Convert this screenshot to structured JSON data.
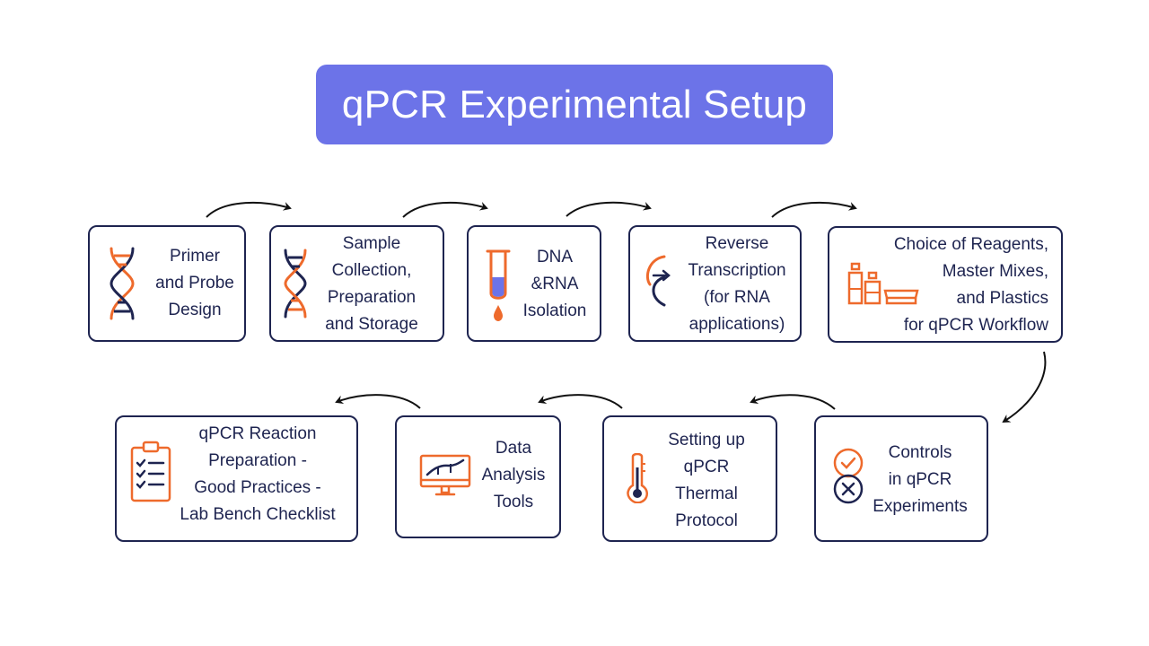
{
  "title": "qPCR Experimental Setup",
  "colors": {
    "accent": "#6c73e8",
    "navy": "#1e2450",
    "orange": "#ee6a2c",
    "purple_fill": "#6c73e8"
  },
  "steps": [
    {
      "label": "Primer\nand Probe\nDesign",
      "icon": "dna-helix-icon"
    },
    {
      "label": "Sample\nCollection,\nPreparation\nand Storage",
      "icon": "dna-helix-icon"
    },
    {
      "label": "DNA\n&RNA\nIsolation",
      "icon": "test-tube-icon"
    },
    {
      "label": "Reverse\nTranscription\n(for RNA\napplications)",
      "icon": "reverse-transcription-icon"
    },
    {
      "label": "Choice of Reagents,\nMaster Mixes,\nand Plastics\nfor qPCR Workflow",
      "icon": "reagent-bottles-icon"
    },
    {
      "label": "Controls\nin qPCR\nExperiments",
      "icon": "check-cross-icon"
    },
    {
      "label": "Setting up\nqPCR\nThermal\nProtocol",
      "icon": "thermometer-icon"
    },
    {
      "label": "Data\nAnalysis\nTools",
      "icon": "monitor-chart-icon"
    },
    {
      "label": "qPCR Reaction\nPreparation -\nGood Practices -\nLab Bench Checklist",
      "icon": "clipboard-checklist-icon"
    }
  ]
}
